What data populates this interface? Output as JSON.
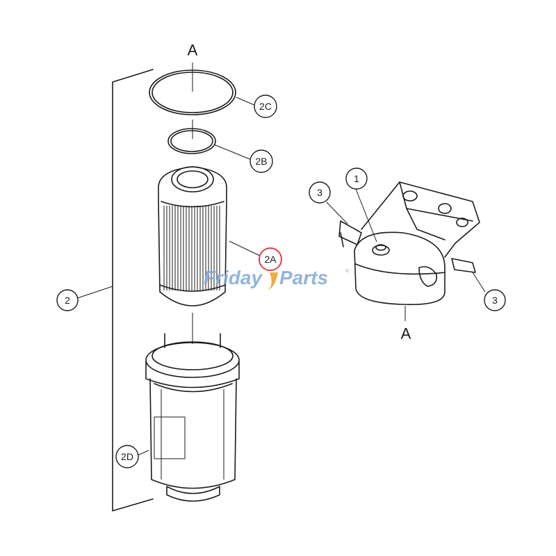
{
  "section_marks": {
    "top": "A",
    "bottom": "A"
  },
  "callouts": {
    "c2C": "2C",
    "c2B": "2B",
    "c2A": "2A",
    "c2": "2",
    "c2D": "2D",
    "c1": "1",
    "c3_left": "3",
    "c3_right": "3"
  },
  "watermark": {
    "word1": "Friday",
    "word2": "Parts",
    "registered": "®"
  },
  "colors": {
    "line": "#1a1a1a",
    "highlight": "#e04040",
    "watermark": "#7fa7d6",
    "watermark_accent": "#f0a030"
  }
}
